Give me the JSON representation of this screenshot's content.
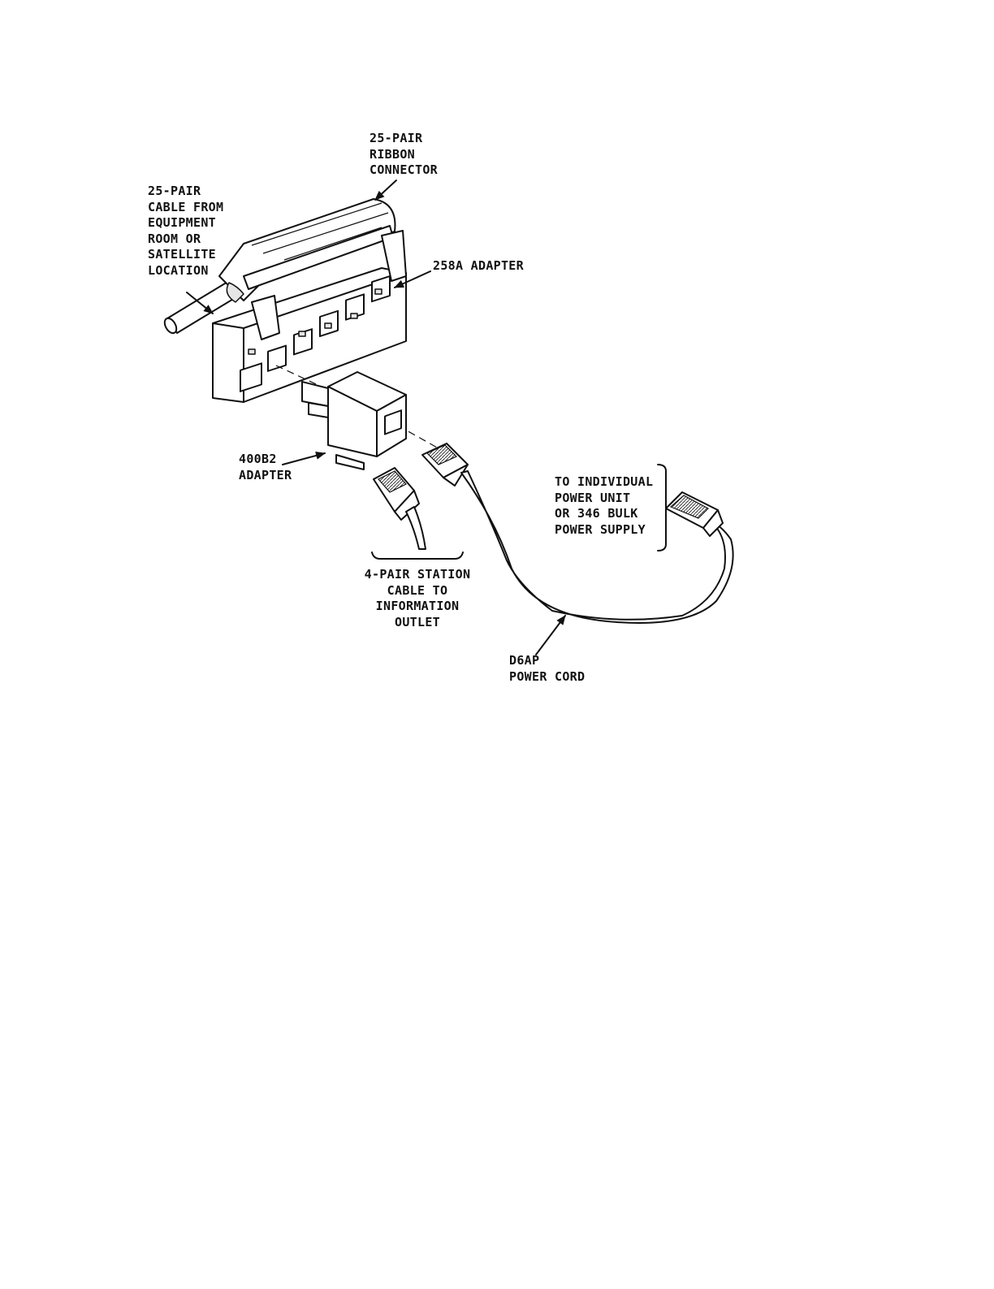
{
  "diagram": {
    "labels": {
      "ribbon_connector": "25-PAIR\nRIBBON\nCONNECTOR",
      "cable_from_equipment": "25-PAIR\nCABLE FROM\nEQUIPMENT\nROOM OR\nSATELLITE\nLOCATION",
      "adapter_258a": "258A ADAPTER",
      "adapter_400b2": "400B2\nADAPTER",
      "power_unit": "TO INDIVIDUAL\nPOWER UNIT\nOR 346 BULK\nPOWER SUPPLY",
      "station_cable": "4-PAIR STATION\nCABLE TO\nINFORMATION\nOUTLET",
      "power_cord": "D6AP\nPOWER CORD"
    }
  }
}
